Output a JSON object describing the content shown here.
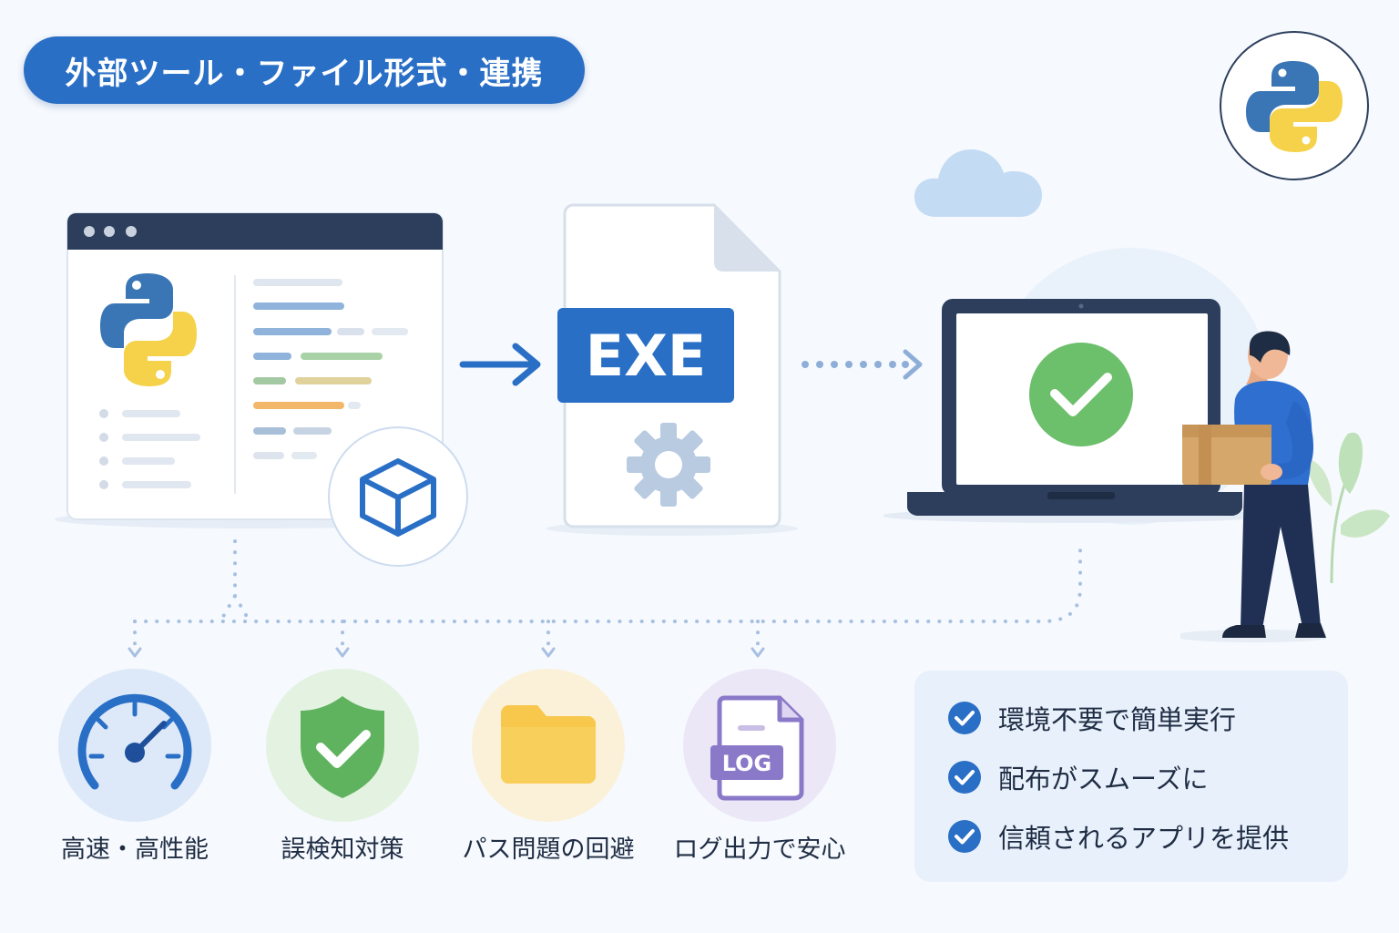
{
  "header": {
    "title": "外部ツール・ファイル形式・連携"
  },
  "exe_label": "EXE",
  "log_label": "LOG",
  "features": [
    {
      "label": "高速・高性能",
      "icon": "speedometer-icon"
    },
    {
      "label": "誤検知対策",
      "icon": "shield-check-icon"
    },
    {
      "label": "パス問題の回避",
      "icon": "folder-icon"
    },
    {
      "label": "ログ出力で安心",
      "icon": "log-file-icon"
    }
  ],
  "benefits": [
    {
      "label": "環境不要で簡単実行"
    },
    {
      "label": "配布がスムーズに"
    },
    {
      "label": "信頼されるアプリを提供"
    }
  ],
  "colors": {
    "primary_blue": "#2a6fc6",
    "navy": "#2c3e5c",
    "success_green": "#6cbf6b",
    "python_yellow": "#f5d24a",
    "folder_yellow": "#f8c84d",
    "log_purple": "#8a78c8"
  }
}
